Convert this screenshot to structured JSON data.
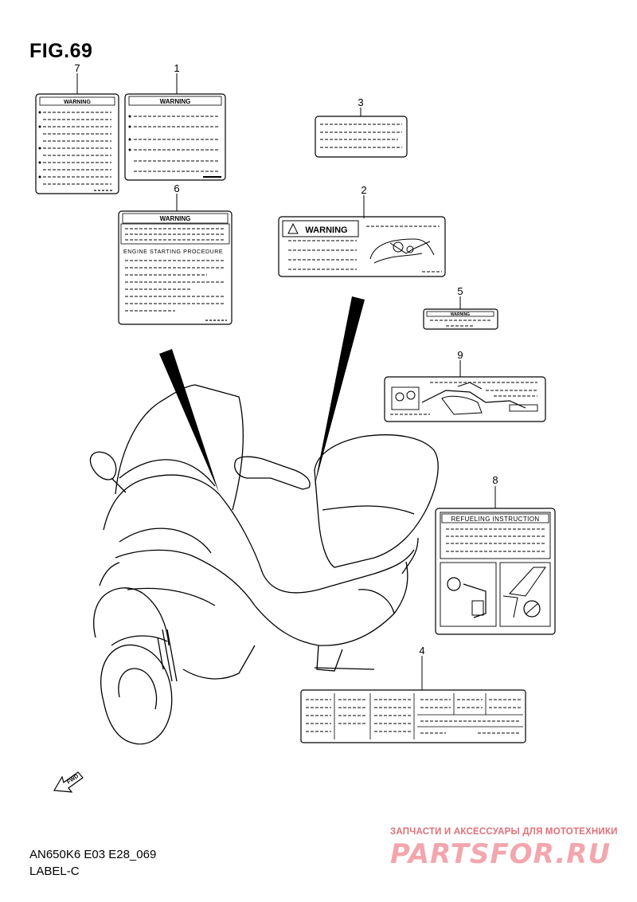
{
  "figure": {
    "title": "FIG.69",
    "model_code": "AN650K6 E03 E28_069",
    "section": "LABEL-C"
  },
  "callouts": [
    "1",
    "2",
    "3",
    "4",
    "5",
    "6",
    "7",
    "8",
    "9"
  ],
  "label_text": {
    "warning": "WARNING",
    "engine_starting": "ENGINE STARTING PROCEDURE",
    "refueling": "REFUELING INSTRUCTION",
    "fwd": "FWD"
  },
  "watermark": {
    "tagline": "ЗАПЧАСТИ И АКСЕССУАРЫ ДЛЯ МОТОТЕХНИКИ",
    "logo": "PARTSFOR.RU"
  }
}
